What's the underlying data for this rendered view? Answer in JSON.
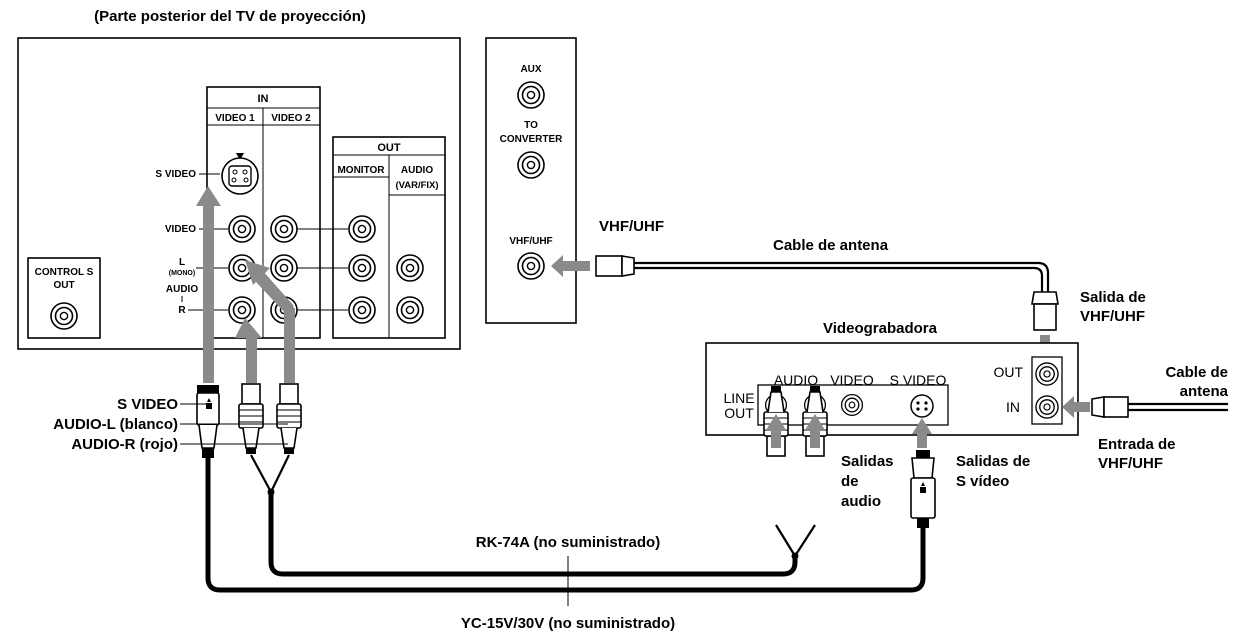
{
  "tv": {
    "caption": "(Parte posterior del TV de proyección)",
    "in_header": "IN",
    "video1": "VIDEO 1",
    "video2": "VIDEO 2",
    "out_header": "OUT",
    "monitor": "MONITOR",
    "audio": "AUDIO",
    "audio_sub": "(VAR/FIX)",
    "svideo_row": "S VIDEO",
    "video_row": "VIDEO",
    "l_row": "L",
    "mono": "(MONO)",
    "audio_row": "AUDIO",
    "r_row": "R",
    "control_s_line1": "CONTROL S",
    "control_s_line2": "OUT"
  },
  "antenna_panel": {
    "aux": "AUX",
    "to": "TO",
    "converter": "CONVERTER",
    "vhf_uhf": "VHF/UHF"
  },
  "vcr": {
    "title": "Videograbadora",
    "line": "LINE",
    "out": "OUT",
    "audio": "AUDIO",
    "video": "VIDEO",
    "svideo": "S VIDEO",
    "ant_out": "OUT",
    "ant_in": "IN"
  },
  "labels": {
    "vhf_uhf": "VHF/UHF",
    "cable_antena": "Cable de antena",
    "salida_1": "Salida de",
    "salida_2": "VHF/UHF",
    "cable_de": "Cable de",
    "antena": "antena",
    "entrada_1": "Entrada de",
    "entrada_2": "VHF/UHF",
    "svideo_plug": "S VIDEO",
    "audio_l": "AUDIO-L (blanco)",
    "audio_r": "AUDIO-R (rojo)",
    "salidas_audio_1": "Salidas",
    "salidas_audio_2": "de",
    "salidas_audio_3": "audio",
    "salidas_sv_1": "Salidas de",
    "salidas_sv_2": "S vídeo",
    "rk74a": "RK-74A (no suministrado)",
    "yc15v": "YC-15V/30V (no suministrado)"
  },
  "icons": [
    "rca-jack-icon",
    "s-video-jack-icon",
    "rca-plug-icon",
    "s-video-plug-icon",
    "antenna-plug-icon",
    "arrow-icon"
  ]
}
